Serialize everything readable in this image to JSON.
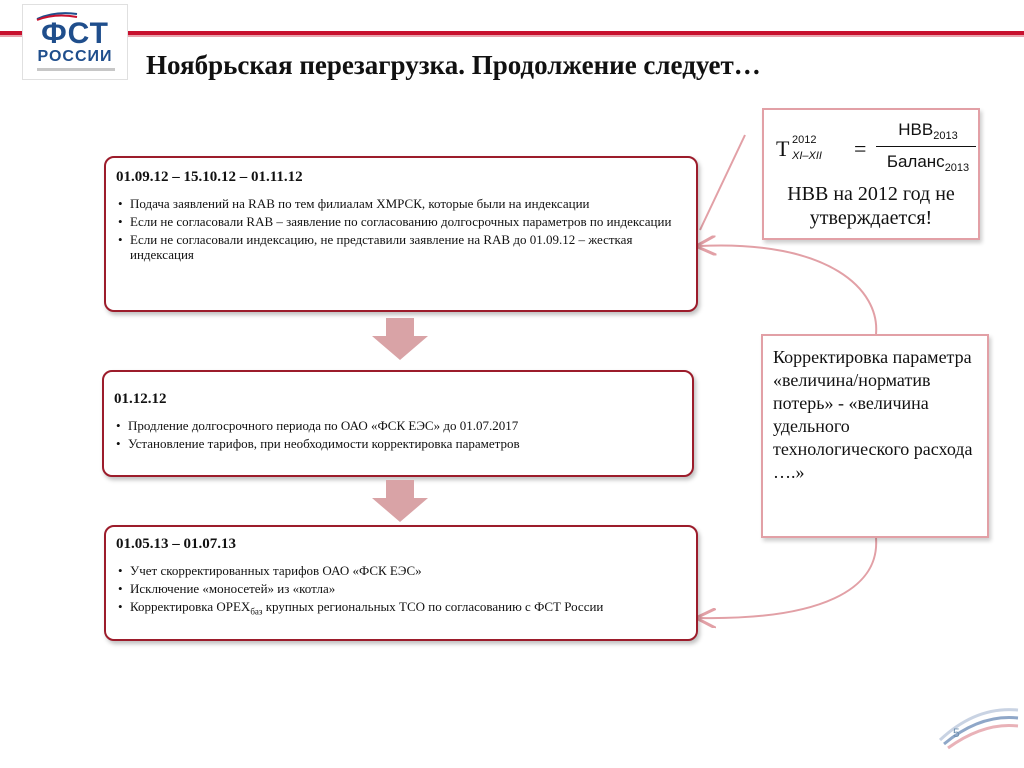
{
  "header": {
    "logo": {
      "line1": "ФСТ",
      "line2": "РОССИИ"
    },
    "title": "Ноябрьская перезагрузка. Продолжение следует…"
  },
  "stages": [
    {
      "date": "01.09.12 – 15.10.12 – 01.11.12",
      "items": [
        "Подача заявлений на RAB по тем филиалам ХМРСК, которые были на индексации",
        "Если не согласовали RAB – заявление по согласованию долгосрочных параметров по индексации",
        "Если не согласовали индексацию, не представили заявление на RAB до 01.09.12 – жесткая индексация"
      ]
    },
    {
      "date": "01.12.12",
      "items": [
        "Продление долгосрочного периода по ОАО «ФСК ЕЭС» до 01.07.2017",
        "Установление тарифов, при необходимости корректировка параметров"
      ]
    },
    {
      "date": "01.05.13 – 01.07.13",
      "items": [
        "Учет скорректированных тарифов ОАО «ФСК ЕЭС»",
        "Исключение «моносетей» из «котла»"
      ],
      "opex_item": {
        "prefix": "Корректировка OPEX",
        "subscript": "баз",
        "suffix": " крупных региональных ТСО по согласованию с ФСТ России"
      }
    }
  ],
  "formula": {
    "symbol": "T",
    "superscript": "2012",
    "subscript": "XI–XII",
    "equals": "=",
    "numerator": "НВВ",
    "numerator_sub": "2013",
    "denominator": "Баланс",
    "denominator_sub": "2013",
    "note": "НВВ на 2012 год не утверждается!"
  },
  "correction": {
    "text": "Корректировка параметра «величина/норматив потерь» - «величина удельного технологического расхода ….»"
  },
  "page_number": "5",
  "colors": {
    "box_border": "#9c1c2b",
    "arrow_fill": "#d9a3a6",
    "connector": "#e2a0a6"
  }
}
